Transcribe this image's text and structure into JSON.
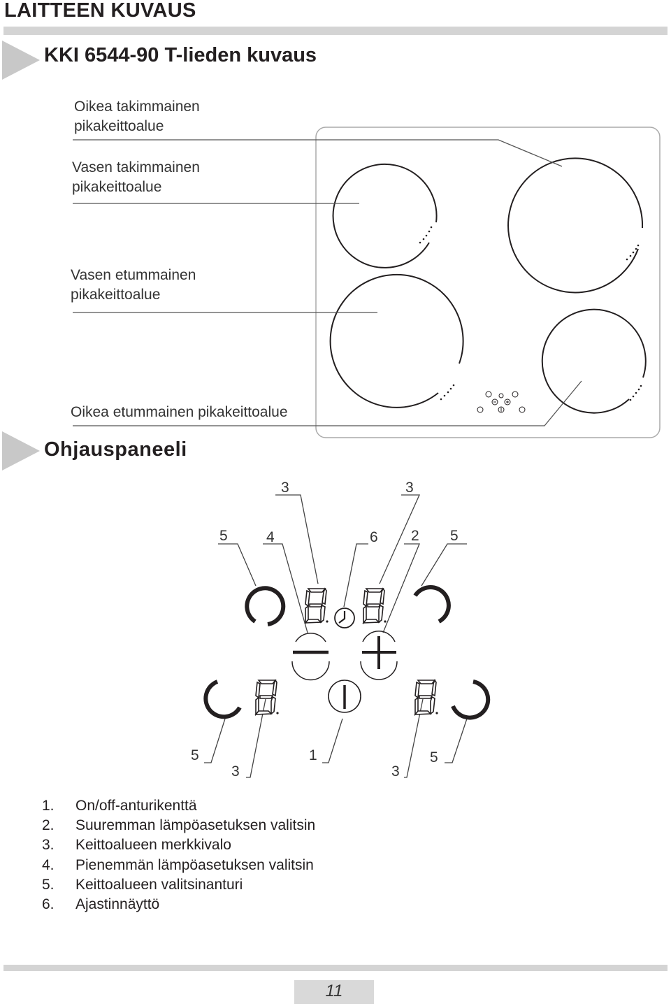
{
  "header": {
    "title": "LAITTEEN KUVAUS"
  },
  "section1": {
    "title": "KKI 6544-90 T-lieden kuvaus"
  },
  "cooktop_labels": {
    "right_rear": [
      "Oikea takimmainen",
      "pikakeittoalue"
    ],
    "left_rear": [
      "Vasen takimmainen",
      "pikakeittoalue"
    ],
    "left_front": [
      "Vasen etummainen",
      "pikakeittoalue"
    ],
    "right_front": "Oikea etummainen pikakeittoalue"
  },
  "section2": {
    "title": "Ohjauspaneeli"
  },
  "callouts": {
    "top_a": "3",
    "top_b": "3",
    "mid_5a": "5",
    "mid_4": "4",
    "mid_6": "6",
    "mid_2": "2",
    "mid_5b": "5",
    "bot_5a": "5",
    "bot_3a": "3",
    "bot_1": "1",
    "bot_3b": "3",
    "bot_5b": "5"
  },
  "legend": [
    {
      "n": "1.",
      "text": "On/off-anturikenttä"
    },
    {
      "n": "2.",
      "text": "Suuremman lämpöasetuksen valitsin"
    },
    {
      "n": "3.",
      "text": "Keittoalueen merkkivalo"
    },
    {
      "n": "4.",
      "text": "Pienemmän lämpöasetuksen valitsin"
    },
    {
      "n": "5.",
      "text": "Keittoalueen valitsinanturi"
    },
    {
      "n": "6.",
      "text": "Ajastinnäyttö"
    }
  ],
  "footer": {
    "page_number": "11"
  },
  "icons": [
    "triangle-bullet-icon",
    "clock-icon",
    "minus-icon",
    "plus-icon",
    "power-icon",
    "seven-segment-digit-icon"
  ]
}
